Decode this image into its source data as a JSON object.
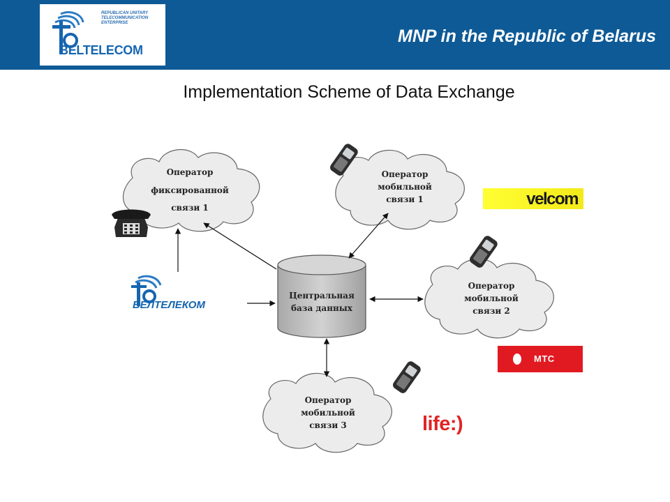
{
  "header": {
    "title": "MNP in the Republic of Belarus",
    "background_color": "#0e5a96",
    "logo": {
      "tagline_lines": [
        "REPUBLICAN UNITARY",
        "TELECOMMUNICATION",
        "ENTERPRISE"
      ],
      "name": "BELTELECOM"
    }
  },
  "subtitle": "Implementation Scheme of Data Exchange",
  "diagram": {
    "central_db": {
      "lines": [
        "Центральная",
        "база данных"
      ]
    },
    "clouds": {
      "fixed_1": {
        "lines": [
          "Оператор",
          "фиксированной",
          "связи 1"
        ]
      },
      "mobile_1": {
        "lines": [
          "Оператор",
          "мобильной",
          "связи 1"
        ]
      },
      "mobile_2": {
        "lines": [
          "Оператор",
          "мобильной",
          "связи 2"
        ]
      },
      "mobile_3": {
        "lines": [
          "Оператор",
          "мобильной",
          "связи 3"
        ]
      }
    },
    "logos": {
      "beltelecom_ru": "БЕЛТЕЛЕКОМ",
      "velcom": "velcom",
      "velcom_color": "#ffff33",
      "mts": "МТС",
      "mts_color": "#e11a22",
      "life": "life:)",
      "life_color": "#e02424"
    },
    "icons": [
      "telephone-icon",
      "mobile-phone-icon"
    ]
  }
}
